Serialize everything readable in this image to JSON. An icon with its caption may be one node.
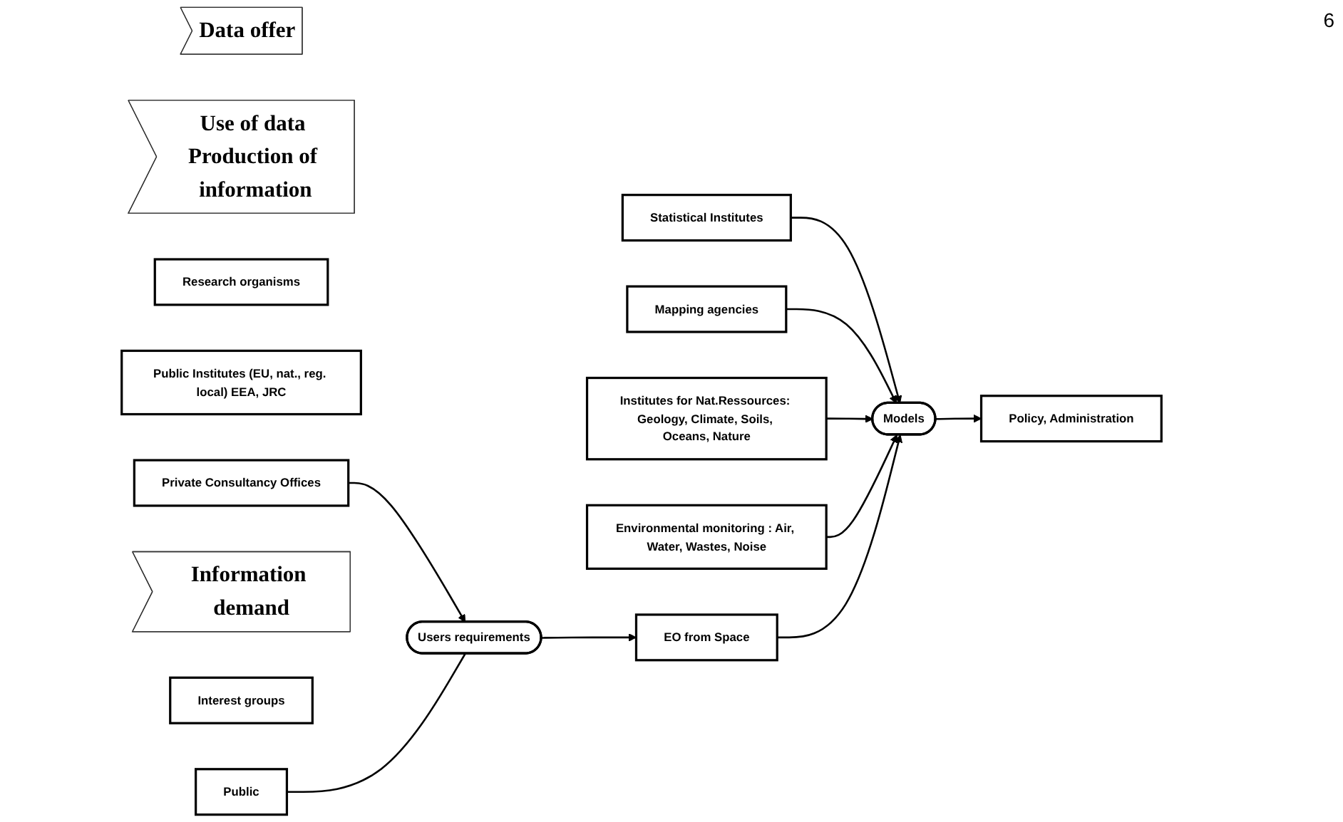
{
  "diagram": {
    "nodes": [
      {
        "text": [
          "Data offer"
        ]
      },
      {
        "text": [
          "Statistical Institutes"
        ]
      },
      {
        "text": [
          "Mapping agencies"
        ]
      },
      {
        "text": [
          "Institutes for Nat.Ressources: Geology, Climate, Soils, Oceans, Nature"
        ]
      },
      {
        "text": [
          "Environmental monitoring : Air, Water, Wastes, Noise"
        ]
      },
      {
        "text": [
          "EO from Space"
        ]
      },
      {
        "text": [
          "Use of data Production of information"
        ]
      },
      {
        "text": [
          "Models"
        ]
      },
      {
        "text": [
          "Research organisms"
        ]
      },
      {
        "text": [
          "Public Institutes (EU, nat., reg. local) EEA, JRC"
        ]
      },
      {
        "text": [
          "Private Consultancy Offices"
        ]
      },
      {
        "text": [
          "Users requirements"
        ]
      },
      {
        "text": [
          "Information demand"
        ]
      },
      {
        "text": [
          "Policy, Administration"
        ]
      },
      {
        "text": [
          "Interest groups"
        ]
      },
      {
        "text": [
          "Public"
        ]
      }
    ],
    "edges": [
      {
        "from": 1,
        "to": 7,
        "arrow": "to"
      },
      {
        "from": 2,
        "to": 7,
        "arrow": "to"
      },
      {
        "from": 3,
        "to": 7,
        "arrow": "to"
      },
      {
        "from": 4,
        "to": 7,
        "arrow": "to"
      },
      {
        "from": 5,
        "to": 7,
        "arrow": "to"
      },
      {
        "from": 7,
        "to": 13,
        "arrow": "to"
      },
      {
        "from": 10,
        "to": 11,
        "arrow": "to"
      },
      {
        "from": 15,
        "to": 11,
        "arrow": "none"
      },
      {
        "from": 11,
        "to": 5,
        "arrow": "to"
      }
    ],
    "labels": [
      "6"
    ]
  }
}
